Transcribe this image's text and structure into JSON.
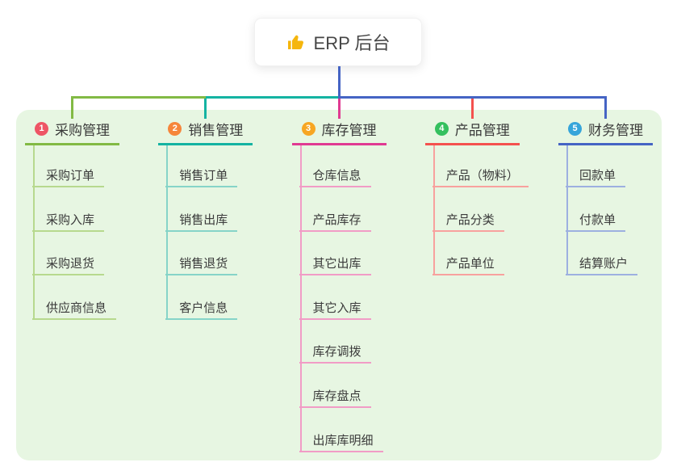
{
  "root": {
    "icon": "thumbs-up",
    "title": "ERP 后台"
  },
  "colors": {
    "canvas_bg": "#ffffff",
    "panel_bg": "#e7f6e2",
    "root_line": "#4564c4",
    "root_text": "#464646",
    "node_text": "#3b3b3b",
    "thumb_icon": "#f5b60d"
  },
  "categories": [
    {
      "num": "1",
      "label": "采购管理",
      "badge_color": "#ee5565",
      "line_color": "#82ba44",
      "child_line_color": "#b7d98e",
      "children": [
        "采购订单",
        "采购入库",
        "采购退货",
        "供应商信息"
      ]
    },
    {
      "num": "2",
      "label": "销售管理",
      "badge_color": "#f6863b",
      "line_color": "#14b3a2",
      "child_line_color": "#86d4c8",
      "children": [
        "销售订单",
        "销售出库",
        "销售退货",
        "客户信息"
      ]
    },
    {
      "num": "3",
      "label": "库存管理",
      "badge_color": "#f7a623",
      "line_color": "#e03a92",
      "child_line_color": "#f19cc6",
      "children": [
        "仓库信息",
        "产品库存",
        "其它出库",
        "其它入库",
        "库存调拨",
        "库存盘点",
        "出库库明细"
      ]
    },
    {
      "num": "4",
      "label": "产品管理",
      "badge_color": "#34c05e",
      "line_color": "#f4514e",
      "child_line_color": "#f8a19e",
      "children": [
        "产品（物料）",
        "产品分类",
        "产品单位"
      ]
    },
    {
      "num": "5",
      "label": "财务管理",
      "badge_color": "#36a5da",
      "line_color": "#4564c4",
      "child_line_color": "#9db0e0",
      "children": [
        "回款单",
        "付款单",
        "结算账户"
      ]
    }
  ]
}
